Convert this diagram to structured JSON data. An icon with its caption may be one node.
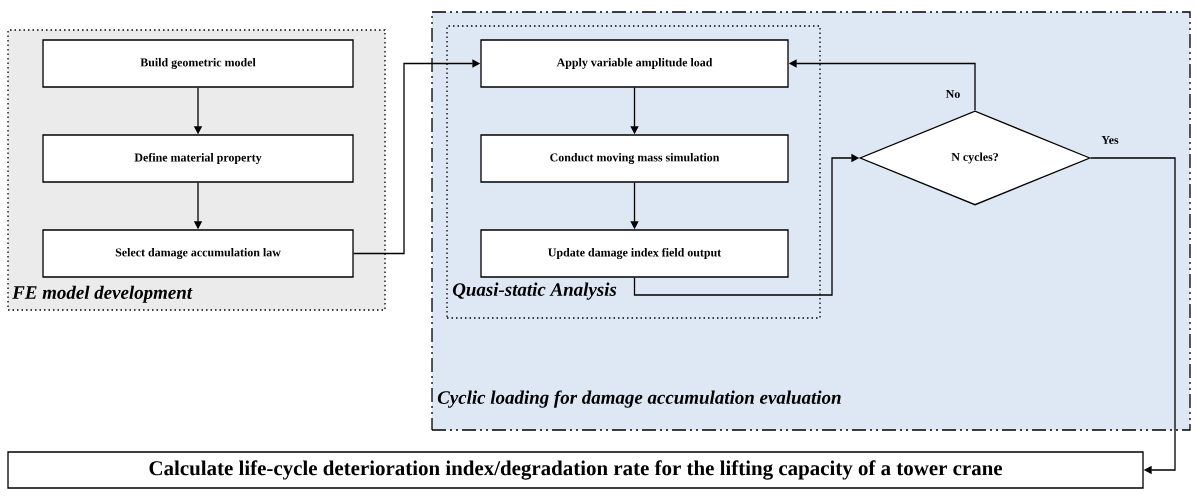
{
  "diagram": {
    "nodes": [
      {
        "text": [
          "FE model development"
        ]
      },
      {
        "text": [
          "Build geometric model"
        ],
        "in": 0
      },
      {
        "text": [
          "Define material property"
        ],
        "in": 0
      },
      {
        "text": [
          "Select damage accumulation law"
        ],
        "in": 0
      },
      {
        "text": [
          "Cyclic loading for damage accumulation evaluation"
        ]
      },
      {
        "text": [
          "Quasi-static Analysis"
        ],
        "in": 4
      },
      {
        "text": [
          "Apply variable amplitude load"
        ],
        "in": 5
      },
      {
        "text": [
          "Conduct moving mass simulation"
        ],
        "in": 5
      },
      {
        "text": [
          "Update damage index field output"
        ],
        "in": 5
      },
      {
        "text": [
          "N cycles?"
        ],
        "in": 4
      },
      {
        "text": [
          "Calculate life-cycle deterioration index/degradation rate for the lifting capacity of a tower crane"
        ]
      }
    ],
    "edges": [
      {
        "from": 1,
        "to": 2,
        "arrow": "to"
      },
      {
        "from": 2,
        "to": 3,
        "arrow": "to"
      },
      {
        "from": 3,
        "to": 6,
        "arrow": "to"
      },
      {
        "from": 6,
        "to": 7,
        "arrow": "to"
      },
      {
        "from": 7,
        "to": 8,
        "arrow": "to"
      },
      {
        "from": 8,
        "to": 9,
        "arrow": "to"
      },
      {
        "from": 9,
        "to": 6,
        "arrow": "to",
        "label": "No"
      },
      {
        "from": 9,
        "to": 10,
        "arrow": "to",
        "label": "Yes"
      }
    ]
  }
}
